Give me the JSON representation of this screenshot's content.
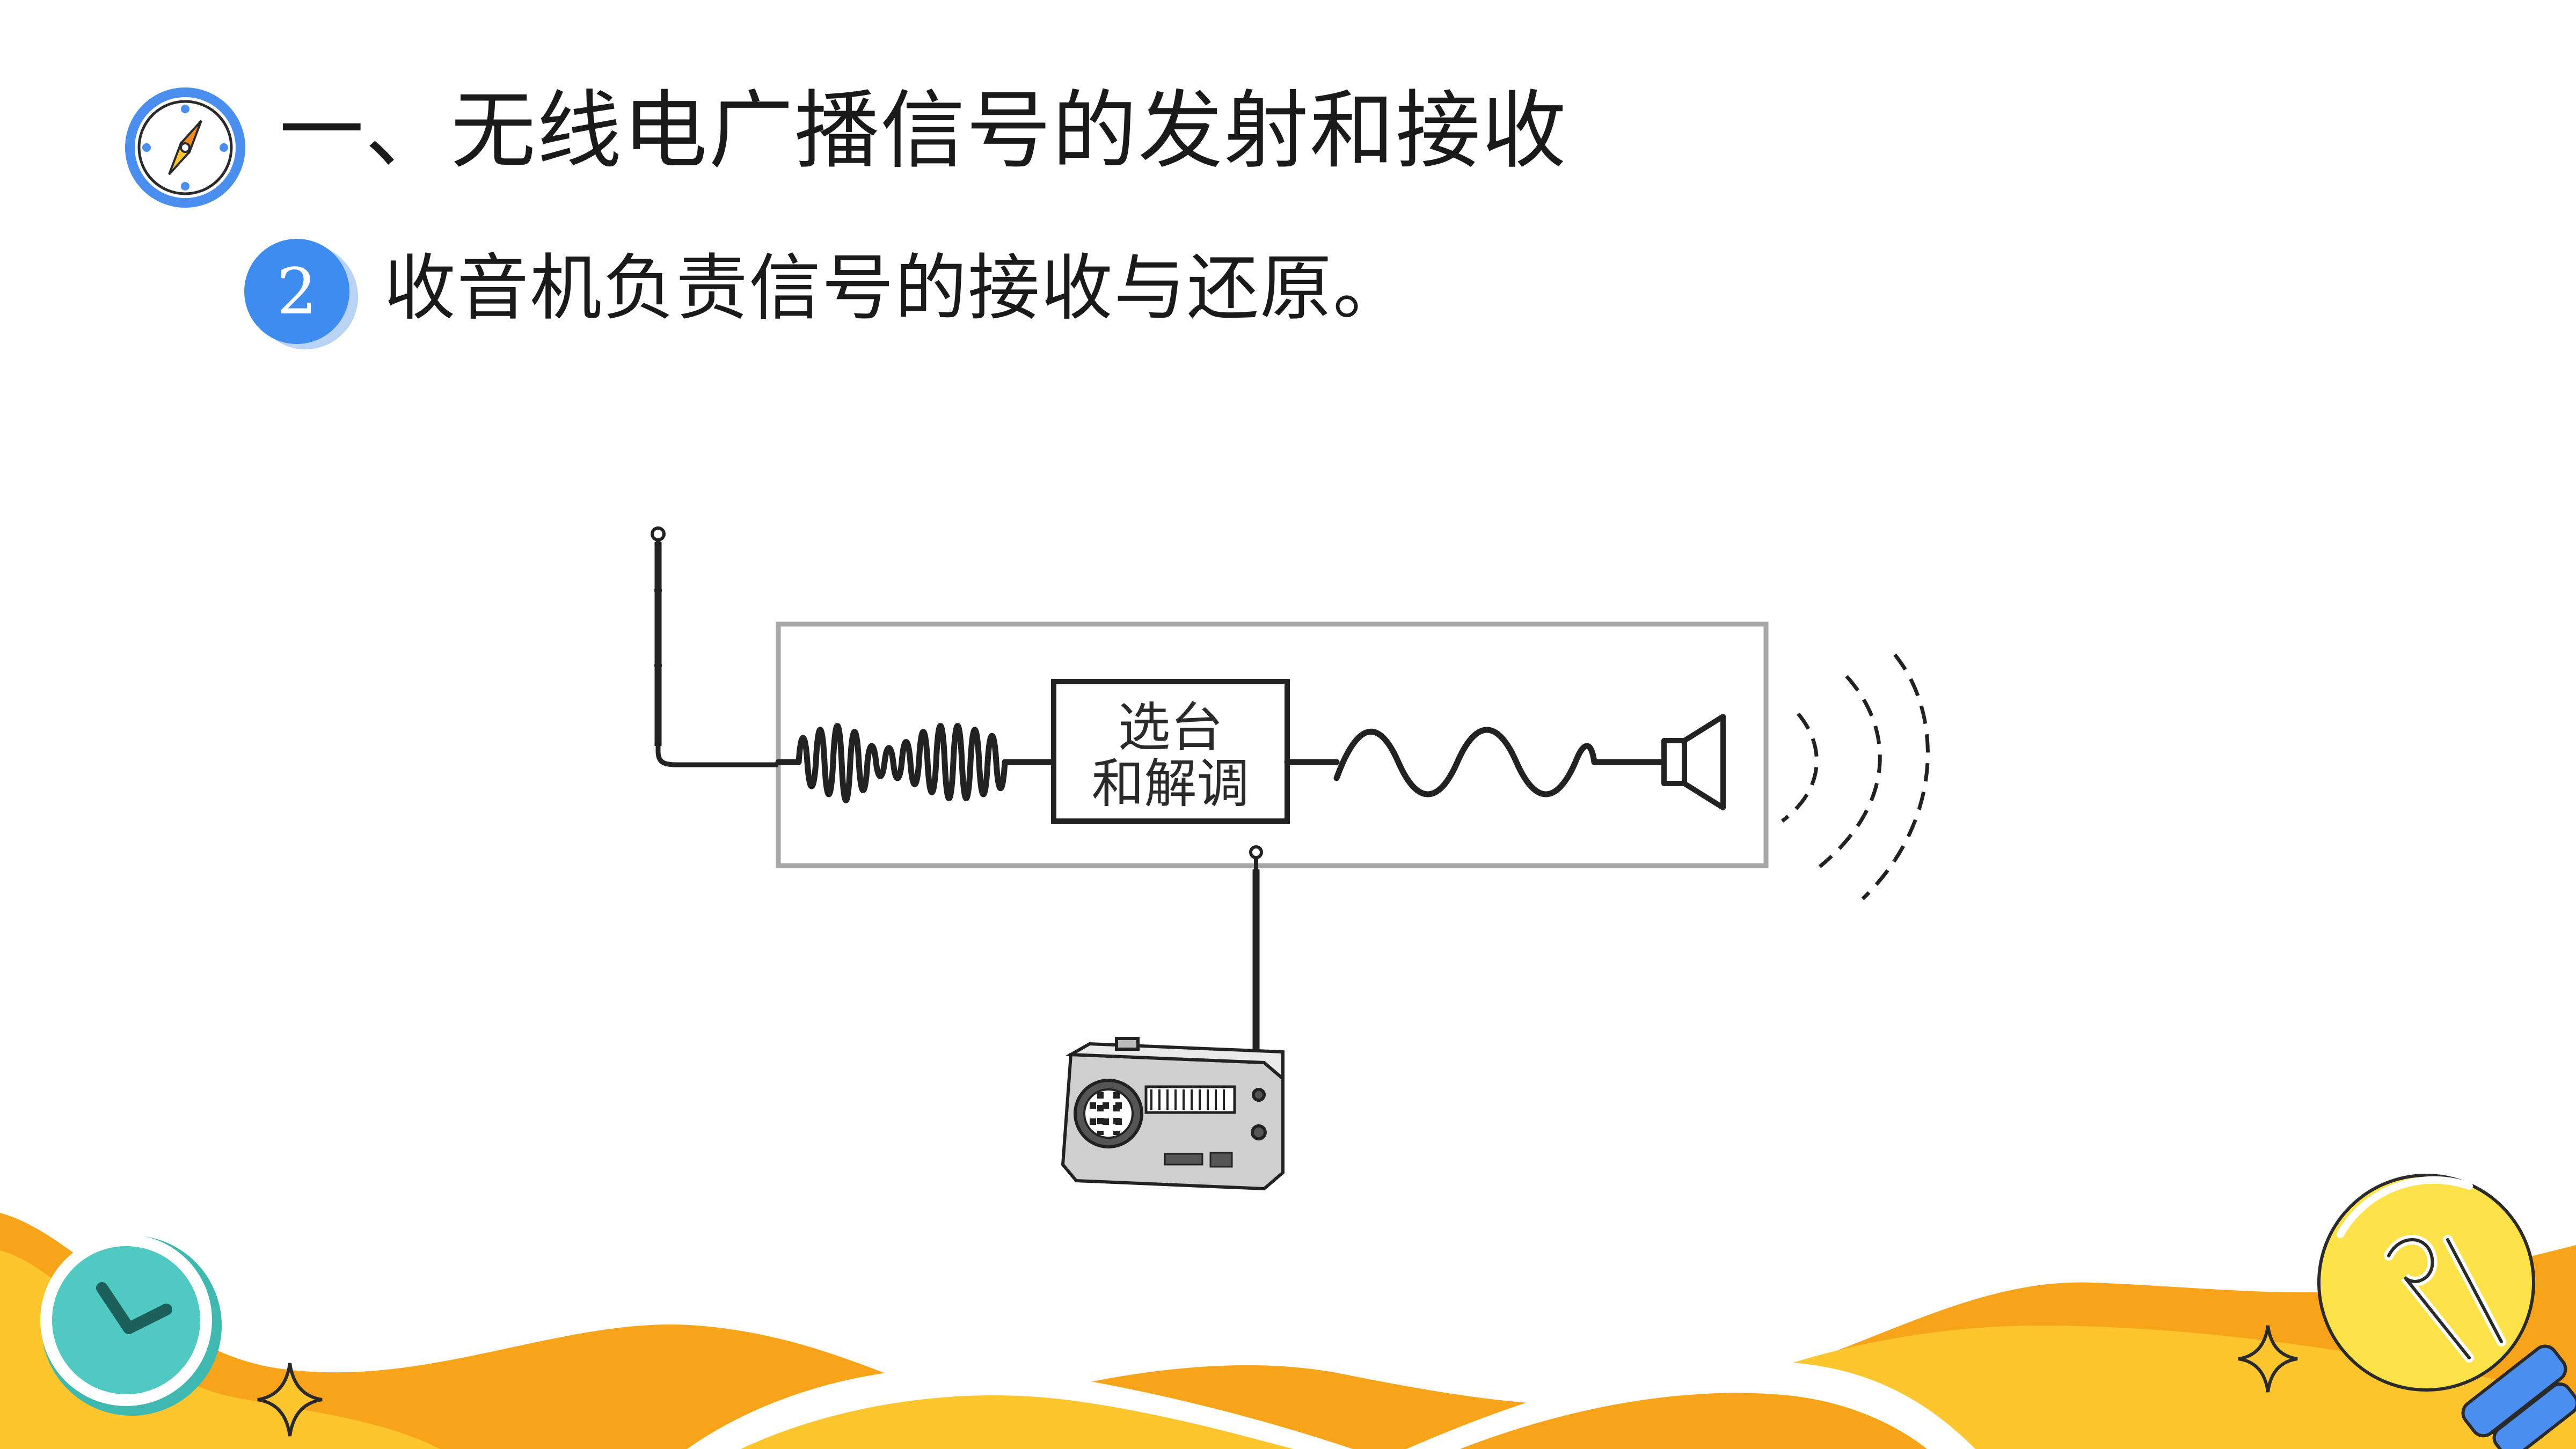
{
  "heading": "一、无线电广播信号的发射和接收",
  "point": {
    "number": "2",
    "text": "收音机负责信号的接收与还原。"
  },
  "diagram": {
    "box_line1": "选台",
    "box_line2": "和解调"
  },
  "colors": {
    "accent_blue": "#3f8cf1",
    "orange": "#f8a41a",
    "yellow": "#fdc52e",
    "teal": "#4fc9c2"
  },
  "icons": [
    "compass-icon",
    "clock-icon",
    "lightbulb-icon",
    "sparkle-icon",
    "antenna-icon",
    "speaker-icon",
    "radio-icon"
  ]
}
